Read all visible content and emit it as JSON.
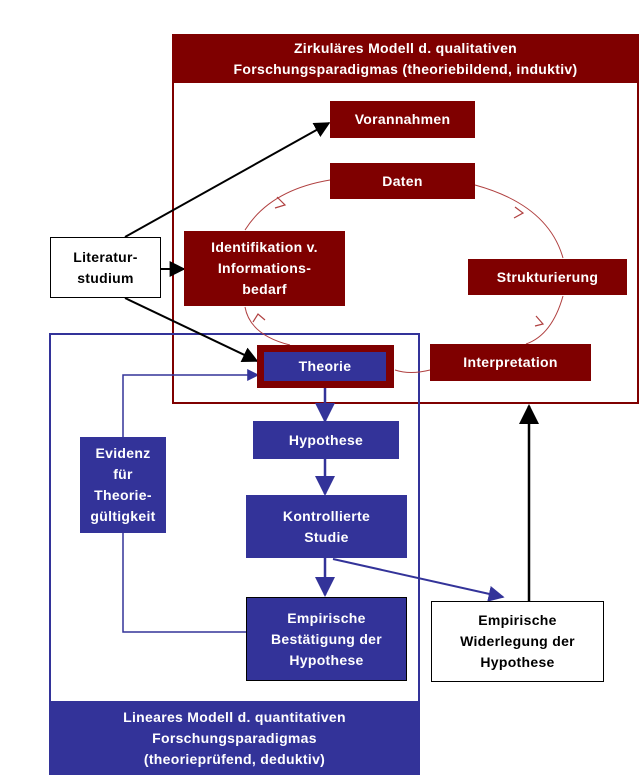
{
  "colors": {
    "qualitative": "#7f0000",
    "quantitative": "#333399",
    "neutral": "#000000",
    "background": "#ffffff"
  },
  "qualitative_frame": {
    "title": "Zirkuläres Modell d. qualitativen\nForschungsparadigmas (theoriebildend, induktiv)"
  },
  "quantitative_frame": {
    "title": "Lineares Modell d. quantitativen\nForschungsparadigmas\n(theorieprüfend, deduktiv)"
  },
  "nodes": {
    "vorannahmen": "Vorannahmen",
    "daten": "Daten",
    "identifikation": "Identifikation v.\nInformations-\nbedarf",
    "strukturierung": "Strukturierung",
    "interpretation": "Interpretation",
    "theorie": "Theorie",
    "literatur": "Literatur-\nstudium",
    "hypothese": "Hypothese",
    "kontrollierte_studie": "Kontrollierte\nStudie",
    "bestaetigung": "Empirische\nBestätigung der\nHypothese",
    "widerlegung": "Empirische\nWiderlegung der\nHypothese",
    "evidenz": "Evidenz\nfür\nTheorie-\ngültigkeit"
  }
}
